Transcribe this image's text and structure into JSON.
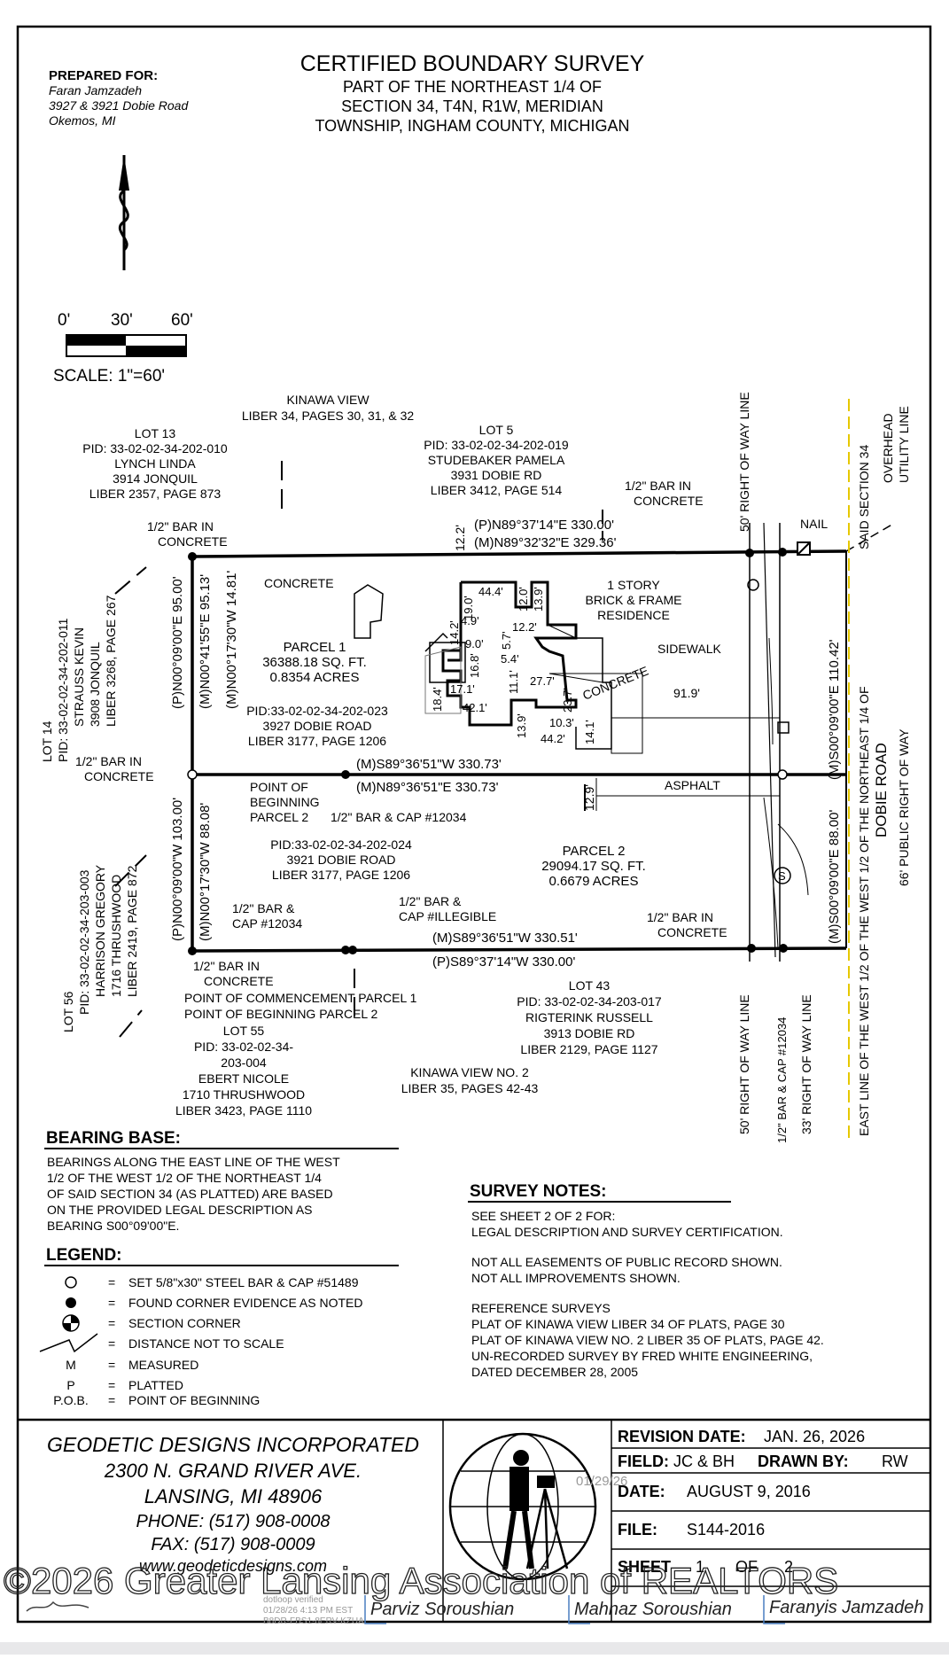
{
  "prepared_for": {
    "heading": "PREPARED FOR:",
    "name": "Faran Jamzadeh",
    "address": "3927 & 3921 Dobie Road",
    "city": "Okemos, MI"
  },
  "title": {
    "main": "CERTIFIED BOUNDARY SURVEY",
    "line1": "PART OF THE NORTHEAST 1/4 OF",
    "line2": "SECTION 34, T4N, R1W, MERIDIAN",
    "line3": "TOWNSHIP, INGHAM COUNTY, MICHIGAN"
  },
  "scale": {
    "t0": "0'",
    "t30": "30'",
    "t60": "60'",
    "label": "SCALE: 1\"=60'"
  },
  "kinawa_view": {
    "name": "KINAWA VIEW",
    "liber": "LIBER 34, PAGES 30, 31, & 32"
  },
  "lot13": {
    "name": "LOT 13",
    "pid": "PID: 33-02-02-34-202-010",
    "owner": "LYNCH LINDA",
    "addr": "3914 JONQUIL",
    "liber": "LIBER 2357, PAGE 873"
  },
  "lot5": {
    "name": "LOT 5",
    "pid": "PID: 33-02-02-34-202-019",
    "owner": "STUDEBAKER PAMELA",
    "addr": "3931 DOBIE RD",
    "liber": "LIBER 3412, PAGE 514"
  },
  "lot14": {
    "name": "LOT 14",
    "pid": "PID: 33-02-02-34-202-011",
    "owner": "STRAUSS KEVIN",
    "addr": "3908 JONQUIL",
    "liber": "LIBER 3268, PAGE 267"
  },
  "lot56": {
    "name": "LOT 56",
    "pid": "PID: 33-02-02-34-203-003",
    "owner": "HARRISON GREGORY",
    "addr": "1716 THRUSHWOOD",
    "liber": "LIBER 2419, PAGE 872"
  },
  "lot55": {
    "name": "LOT 55",
    "pid": "PID: 33-02-02-34-",
    "pid2": "203-004",
    "owner": "EBERT NICOLE",
    "addr": "1710 THRUSHWOOD",
    "liber": "LIBER 3423, PAGE 1110"
  },
  "lot43": {
    "name": "LOT 43",
    "pid": "PID: 33-02-02-34-203-017",
    "owner": "RIGTERINK RUSSELL",
    "addr": "3913 DOBIE RD",
    "liber": "LIBER 2129, PAGE 1127"
  },
  "kinawa_view2": {
    "name": "KINAWA VIEW NO. 2",
    "liber": "LIBER 35, PAGES 42-43"
  },
  "parcel1": {
    "name": "PARCEL 1",
    "sqft": "36388.18 SQ. FT.",
    "acres": "0.8354 ACRES",
    "pid": "PID:33-02-02-34-202-023",
    "addr": "3927 DOBIE ROAD",
    "liber": "LIBER 3177, PAGE 1206"
  },
  "parcel2": {
    "name": "PARCEL 2",
    "sqft": "29094.17 SQ. FT.",
    "acres": "0.6679 ACRES",
    "pid": "PID:33-02-02-34-202-024",
    "addr": "3921 DOBIE ROAD",
    "liber": "LIBER 3177, PAGE 1206"
  },
  "labels": {
    "bar_in_concrete": "1/2\" BAR IN",
    "concrete": "CONCRETE",
    "bar_cap_12034": "1/2\" BAR & CAP #12034",
    "bar_and": "1/2\" BAR &",
    "cap_12034": "CAP #12034",
    "cap_illegible": "CAP #ILLEGIBLE",
    "pob_parcel2_a": "POINT OF",
    "pob_parcel2_b": "BEGINNING",
    "pob_parcel2_c": "PARCEL 2",
    "poc_parcel1": "POINT OF COMMENCEMENT PARCEL 1",
    "pob_parcel2_line": "POINT OF BEGINNING PARCEL 2",
    "house1": "1 STORY",
    "house2": "BRICK & FRAME",
    "house3": "RESIDENCE",
    "concrete_pad": "CONCRETE",
    "concrete_pad2": "CONCRETE",
    "sidewalk": "SIDEWALK",
    "asphalt": "ASPHALT",
    "nail": "NAIL",
    "row50_top": "50' RIGHT OF WAY LINE",
    "row50_bot": "50' RIGHT OF WAY LINE",
    "row33": "33' RIGHT OF WAY LINE",
    "bar_cap_vert": "1/2\" BAR & CAP #12034",
    "overhead": "OVERHEAD",
    "utility": "UTILITY LINE",
    "said_section": "SAID SECTION 34",
    "east_line": "EAST LINE OF THE WEST 1/2 OF THE WEST 1/2 OF THE NORTHEAST 1/4 OF",
    "dobie": "DOBIE ROAD",
    "public_row": "66' PUBLIC RIGHT OF WAY"
  },
  "bearings": {
    "north_p": "(P)N89°37'14\"E 330.00'",
    "north_m": "(M)N89°32'32\"E 329.36'",
    "mid_upper": "(M)S89°36'51\"W 330.73'",
    "mid_lower": "(M)N89°36'51\"E 330.73'",
    "south_m": "(M)S89°36'51\"W 330.51'",
    "south_p": "(P)S89°37'14\"W 330.00'",
    "west1_p": "(P)N00°09'00\"E 95.00'",
    "west1_m": "(M)N00°41'55\"E 95.13'",
    "west1_m2": "(M)N00°17'30\"W 14.81'",
    "west2_p": "(P)N00°09'00\"W 103.00'",
    "west2_m": "(M)N00°17'30\"W 88.08'",
    "east1": "(M)S00°09'00\"E 110.42'",
    "east2": "(M)S00°09'00\"E 88.00'",
    "d12_2": "12.2'",
    "d12_9": "12.9'",
    "d91_9": "91.9'"
  },
  "house_dims": [
    "44.4'",
    "19.0'",
    "4.9'",
    "12.0'",
    "13.9'",
    "12.2'",
    "14.2'",
    "9.0'",
    "5.7'",
    "5.4'",
    "16.8'",
    "27.7'",
    "11.1'",
    "17.1'",
    "18.4'",
    "42.1'",
    "23.7'",
    "10.3'",
    "13.9'",
    "44.2'",
    "14.1'"
  ],
  "bearing_base": {
    "heading": "BEARING BASE:",
    "lines": [
      "BEARINGS ALONG THE EAST LINE OF THE WEST",
      "1/2 OF THE WEST 1/2 OF THE NORTHEAST 1/4",
      "OF SAID SECTION 34 (AS PLATTED) ARE BASED",
      "ON THE PROVIDED LEGAL DESCRIPTION AS",
      "BEARING S00°09'00\"E."
    ]
  },
  "legend": {
    "heading": "LEGEND:",
    "items": [
      {
        "sym": "",
        "eq": "=",
        "text": "SET 5/8\"x30\" STEEL BAR & CAP #51489"
      },
      {
        "sym": "",
        "eq": "=",
        "text": "FOUND CORNER EVIDENCE AS NOTED"
      },
      {
        "sym": "",
        "eq": "=",
        "text": "SECTION CORNER"
      },
      {
        "sym": "",
        "eq": "=",
        "text": "DISTANCE NOT TO SCALE"
      },
      {
        "sym": "M",
        "eq": "=",
        "text": "MEASURED"
      },
      {
        "sym": "P",
        "eq": "=",
        "text": "PLATTED"
      },
      {
        "sym": "P.O.B.",
        "eq": "=",
        "text": "POINT OF BEGINNING"
      }
    ]
  },
  "survey_notes": {
    "heading": "SURVEY NOTES:",
    "lines": [
      "SEE SHEET 2 OF 2 FOR:",
      "LEGAL DESCRIPTION AND SURVEY CERTIFICATION.",
      "",
      "NOT ALL EASEMENTS OF PUBLIC RECORD SHOWN.",
      "NOT ALL IMPROVEMENTS SHOWN.",
      "",
      "REFERENCE SURVEYS",
      "PLAT OF KINAWA VIEW LIBER 34 OF PLATS, PAGE 30",
      "PLAT OF KINAWA VIEW NO. 2 LIBER 35 OF PLATS, PAGE 42.",
      "UN-RECORDED SURVEY BY FRED WHITE ENGINEERING,",
      "DATED DECEMBER 28, 2005"
    ]
  },
  "company": {
    "name": "GEODETIC DESIGNS INCORPORATED",
    "street": "2300 N. GRAND RIVER AVE.",
    "city": "LANSING, MI 48906",
    "phone": "PHONE: (517) 908-0008",
    "fax": "FAX: (517) 908-0009",
    "web": "www.geodeticdesigns.com"
  },
  "titleblock": {
    "revision_label": "REVISION DATE:",
    "revision_value": "JAN. 26, 2026",
    "field_label": "FIELD:",
    "field_value": "JC & BH",
    "drawn_label": "DRAWN BY:",
    "drawn_value": "RW",
    "date_label": "DATE:",
    "date_value": "AUGUST 9, 2016",
    "file_label": "FILE:",
    "file_value": "S144-2016",
    "sheet_label": "SHEET",
    "sheet_value": "1",
    "sheet_of": "OF",
    "sheet_total": "2"
  },
  "stamp_date": "01/29/26",
  "dotloop": {
    "line1": "dotloop verified",
    "line2": "01/28/26 4:13 PM EST",
    "line3": "B8DR-FBS1-8ERV-KZUA"
  },
  "signatures": {
    "s1": "Parviz Soroushian",
    "s2": "Mahnaz Soroushian",
    "s3": "Faranyis Jamzadeh"
  },
  "watermark": "©2026 Greater Lansing Association of REALTORS"
}
